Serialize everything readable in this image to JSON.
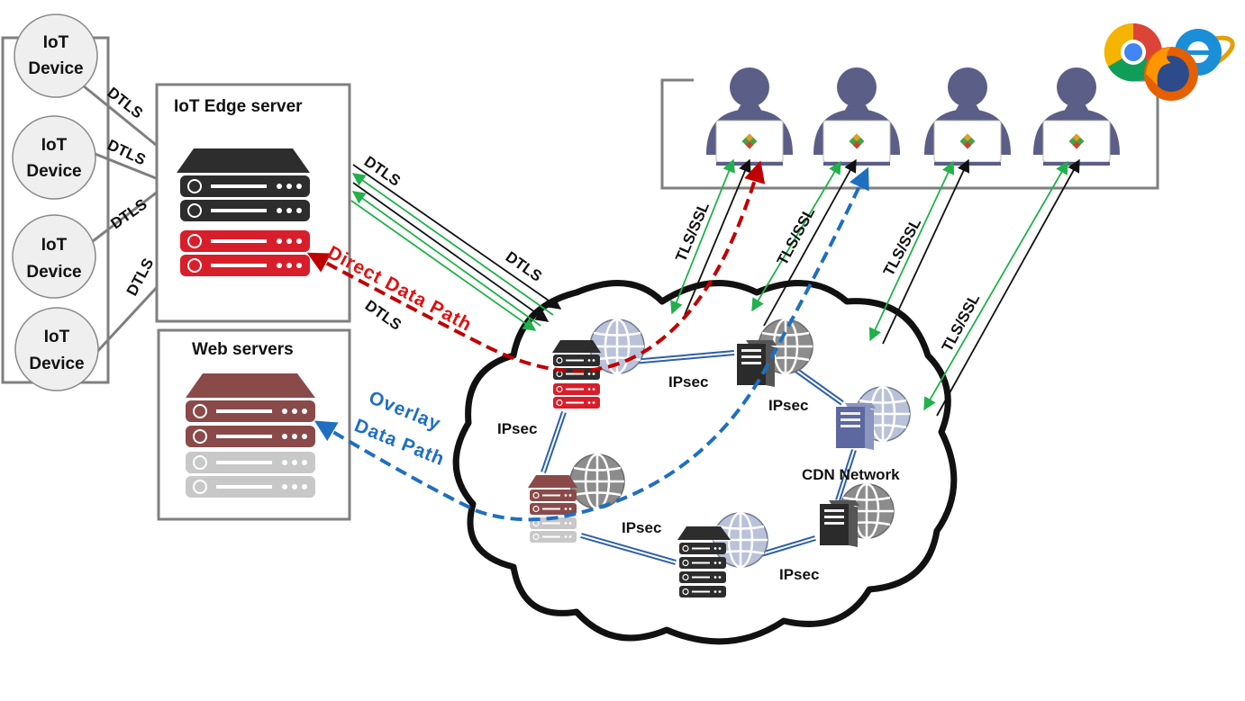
{
  "devices": {
    "items": [
      {
        "line1": "IoT",
        "line2": "Device"
      },
      {
        "line1": "IoT",
        "line2": "Device"
      },
      {
        "line1": "IoT",
        "line2": "Device"
      },
      {
        "line1": "IoT",
        "line2": "Device"
      }
    ]
  },
  "edge_server": {
    "title": "IoT Edge server"
  },
  "web_servers": {
    "title": "Web servers"
  },
  "protocols": {
    "dtls": "DTLS",
    "tls": "TLS/SSL",
    "ipsec": "IPsec"
  },
  "paths": {
    "direct": "Direct  Data  Path",
    "overlay_line1": "Overlay",
    "overlay_line2": "Data  Path"
  },
  "cdn": {
    "label": "CDN  Network"
  },
  "colors": {
    "direct_path": "#c00000",
    "overlay_path": "#1f6fc0",
    "green_link": "#22b04c",
    "black_link": "#111111",
    "user_silhouette": "#5b5e86",
    "server_dark": "#2d2d2d",
    "server_red": "#d81e2a",
    "server_brown": "#8a4a4a",
    "server_grey": "#c8c8c8",
    "ipsec_link": "#2d5fa8"
  },
  "icons": [
    "iot-device-icon",
    "server-rack-icon",
    "globe-icon",
    "user-laptop-icon",
    "chrome-icon",
    "firefox-icon",
    "ie-icon",
    "cloud-icon"
  ]
}
